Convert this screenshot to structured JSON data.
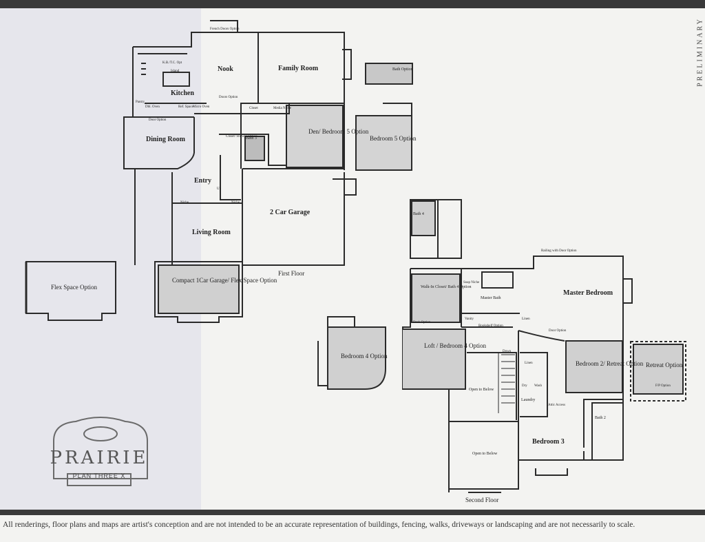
{
  "labels": {
    "first_floor": "First Floor",
    "second_floor": "Second Floor",
    "preliminary": "PRELIMINARY"
  },
  "logo": {
    "title": "PRAIRIE",
    "subtitle": "PLAN THREE X"
  },
  "first_floor": {
    "nook": "Nook",
    "family_room": "Family Room",
    "kitchen": "Kitchen",
    "island": "Island",
    "kitchen_option": "K.B./T.C. Opt",
    "dbl_oven": "Dbl. Oven",
    "ref_space": "Ref. Space",
    "micro_oven": "Micro Oven",
    "pantry": "Pantry",
    "door_option": "Door Option",
    "doors_option": "Doors Option",
    "french_doors_option": "French Doors Option",
    "dining_room": "Dining Room",
    "closet": "Closet",
    "media_niche": "Media Niche",
    "closet_shower_option": "Closet/ Shower Option",
    "bath3": "Bath 3",
    "den": "Den/ Bedroom 5 Option",
    "bedroom5_option": "Bedroom 5 Option",
    "bath_option": "Bath Option",
    "entry": "Entry",
    "up": "Up",
    "niche": "Niche",
    "garage": "2 Car Garage",
    "living_room": "Living Room",
    "flex_space_option": "Flex Space Option",
    "compact_garage": "Compact 1Car Garage/ Flex Space Option"
  },
  "second_floor": {
    "bath4": "Bath 4",
    "walkin_closet": "Walk-In Closet/ Bath 4 Option",
    "soap_niche": "Soap Niche",
    "master_bath": "Master Bath",
    "desk_option": "Desk Option",
    "vanity": "Vanity",
    "bookshelf_option": "Bookshelf Option",
    "linen": "Linen",
    "railing_option": "Railing with Door Option",
    "master_bedroom": "Master Bedroom",
    "door_option": "Door Option",
    "bedroom4_option": "Bedroom 4 Option",
    "loft": "Loft / Bedroom 4 Option",
    "down": "Down",
    "open_to_below": "Open to Below",
    "dryer": "Dry",
    "washer": "Wash",
    "laundry": "Laundry",
    "attic_access": "Attic Access",
    "bedroom2": "Bedroom 2/ Retreat Option",
    "retreat_option": "Retreat Option",
    "fp_option": "F/P Option",
    "bath2": "Bath 2",
    "bedroom3": "Bedroom 3"
  },
  "disclaimer": "All renderings, floor plans and maps are artist's conception and are not intended to be an accurate representation of buildings, fencing, walks, driveways or landscaping and are not necessarily to scale."
}
